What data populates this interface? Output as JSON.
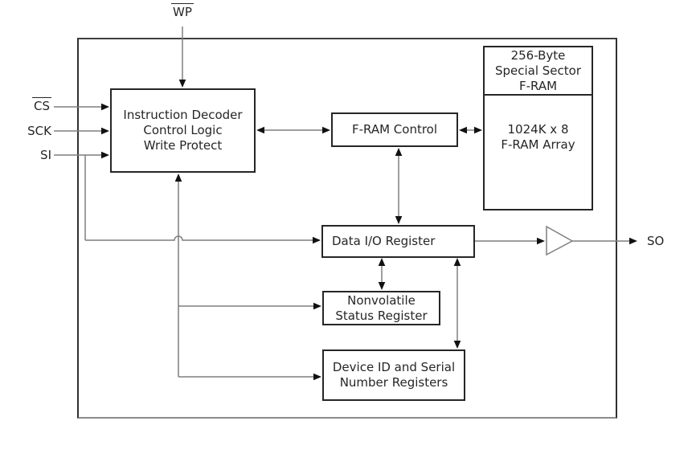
{
  "signals": {
    "wp": "WP",
    "cs": "CS",
    "sck": "SCK",
    "si": "SI",
    "so": "SO"
  },
  "blocks": {
    "instruction_decoder": {
      "lines": [
        "Instruction Decoder",
        "Control Logic",
        "Write Protect"
      ]
    },
    "fram_control": {
      "label": "F-RAM Control"
    },
    "special_sector_header": {
      "lines": [
        "256-Byte",
        "Special Sector",
        "F-RAM"
      ]
    },
    "fram_array": {
      "lines": [
        "1024K x 8",
        "F-RAM Array"
      ]
    },
    "data_io_register": {
      "label": "Data I/O Register"
    },
    "nonvolatile_status_register": {
      "lines": [
        "Nonvolatile",
        "Status Register"
      ]
    },
    "device_id_registers": {
      "lines": [
        "Device ID and Serial",
        "Number Registers"
      ]
    }
  },
  "colors": {
    "background": "#ffffff",
    "box_border": "#262626",
    "outer_border": "#303030",
    "wire": "#7f7f7f",
    "arrowhead": "#111111",
    "text": "#262626"
  }
}
